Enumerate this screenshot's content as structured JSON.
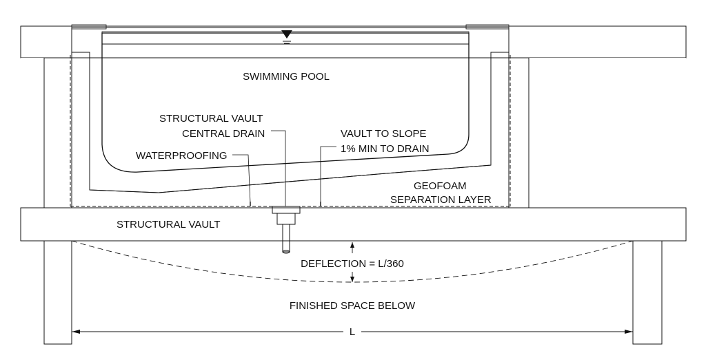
{
  "labels": {
    "swimming_pool": "SWIMMING POOL",
    "structural_vault_central_drain_1": "STRUCTURAL VAULT",
    "structural_vault_central_drain_2": "CENTRAL DRAIN",
    "vault_to_slope_1": "VAULT TO SLOPE",
    "vault_to_slope_2": "1% MIN TO DRAIN",
    "waterproofing": "WATERPROOFING",
    "geofoam_1": "GEOFOAM",
    "geofoam_2": "SEPARATION LAYER",
    "structural_vault": "STRUCTURAL VAULT",
    "deflection": "DEFLECTION = L/360",
    "finished_space_below": "FINISHED SPACE BELOW",
    "span_length": "L"
  }
}
